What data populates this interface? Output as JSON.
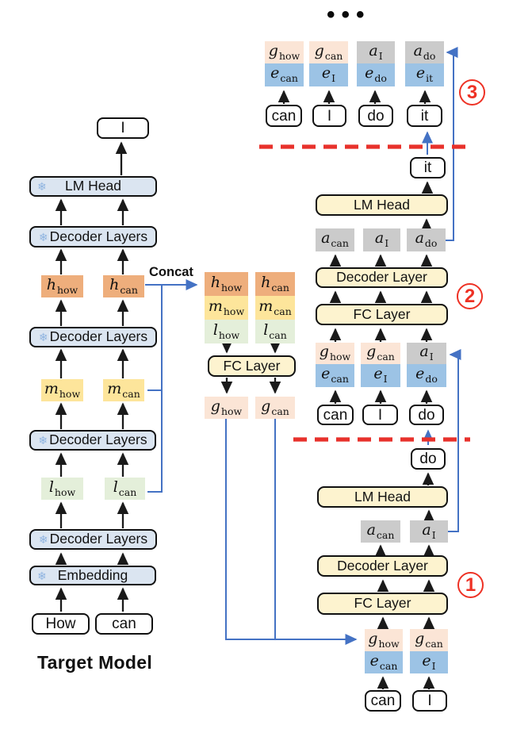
{
  "icons": {
    "frozen_glyph": "❄"
  },
  "ellipsis": "•••",
  "colors": {
    "h-band": "#eeae7c",
    "m-band": "#fde59b",
    "l-band": "#e4efda",
    "g-band": "#fbe5d6",
    "e-band": "#9cc3e5",
    "a-band": "#cbcbcb",
    "frozen-box": "#dbe5f1",
    "draft-box": "#fdf3cf",
    "wire-blue": "#4472c4",
    "divider-red": "#e8312b",
    "badge-red": "#ee3124",
    "snowflake-blue": "#8fb4e0"
  },
  "left": {
    "caption": "Target Model",
    "output_token": "I",
    "tokens": [
      "How",
      "can"
    ],
    "lm_head": "LM Head",
    "decoder_layers": "Decoder Layers",
    "embedding": "Embedding",
    "feat": {
      "h_how": {
        "v": "h",
        "s": "how"
      },
      "h_can": {
        "v": "h",
        "s": "can"
      },
      "m_how": {
        "v": "m",
        "s": "how"
      },
      "m_can": {
        "v": "m",
        "s": "can"
      },
      "l_how": {
        "v": "l",
        "s": "how"
      },
      "l_can": {
        "v": "l",
        "s": "can"
      }
    }
  },
  "concat": {
    "label": "Concat",
    "fc": "FC Layer",
    "stack_how": {
      "h": {
        "v": "h",
        "s": "how"
      },
      "m": {
        "v": "m",
        "s": "how"
      },
      "l": {
        "v": "l",
        "s": "how"
      }
    },
    "stack_can": {
      "h": {
        "v": "h",
        "s": "can"
      },
      "m": {
        "v": "m",
        "s": "can"
      },
      "l": {
        "v": "l",
        "s": "can"
      }
    },
    "g_how": {
      "v": "g",
      "s": "how"
    },
    "g_can": {
      "v": "g",
      "s": "can"
    }
  },
  "stages": {
    "s1": {
      "badge": "1",
      "lm_head": "LM Head",
      "decoder": "Decoder Layer",
      "fc": "FC Layer",
      "output_token": "do",
      "tokens": [
        "can",
        "I"
      ],
      "inputs": {
        "c0_top": {
          "v": "g",
          "s": "how"
        },
        "c0_bot": {
          "v": "e",
          "s": "can"
        },
        "c1_top": {
          "v": "g",
          "s": "can"
        },
        "c1_bot": {
          "v": "e",
          "s": "I"
        }
      },
      "hidden": {
        "a0": {
          "v": "a",
          "s": "can"
        },
        "a1": {
          "v": "a",
          "s": "I"
        }
      }
    },
    "s2": {
      "badge": "2",
      "lm_head": "LM Head",
      "decoder": "Decoder Layer",
      "fc": "FC Layer",
      "output_token": "it",
      "tokens": [
        "can",
        "I",
        "do"
      ],
      "inputs": {
        "c0_top": {
          "v": "g",
          "s": "how"
        },
        "c0_bot": {
          "v": "e",
          "s": "can"
        },
        "c1_top": {
          "v": "g",
          "s": "can"
        },
        "c1_bot": {
          "v": "e",
          "s": "I"
        },
        "c2_top": {
          "v": "a",
          "s": "I"
        },
        "c2_bot": {
          "v": "e",
          "s": "do"
        }
      },
      "hidden": {
        "a0": {
          "v": "a",
          "s": "can"
        },
        "a1": {
          "v": "a",
          "s": "I"
        },
        "a2": {
          "v": "a",
          "s": "do"
        }
      }
    },
    "s3": {
      "badge": "3",
      "tokens": [
        "can",
        "I",
        "do",
        "it"
      ],
      "inputs": {
        "c0_top": {
          "v": "g",
          "s": "how"
        },
        "c0_bot": {
          "v": "e",
          "s": "can"
        },
        "c1_top": {
          "v": "g",
          "s": "can"
        },
        "c1_bot": {
          "v": "e",
          "s": "I"
        },
        "c2_top": {
          "v": "a",
          "s": "I"
        },
        "c2_bot": {
          "v": "e",
          "s": "do"
        },
        "c3_top": {
          "v": "a",
          "s": "do"
        },
        "c3_bot": {
          "v": "e",
          "s": "it"
        }
      }
    }
  }
}
